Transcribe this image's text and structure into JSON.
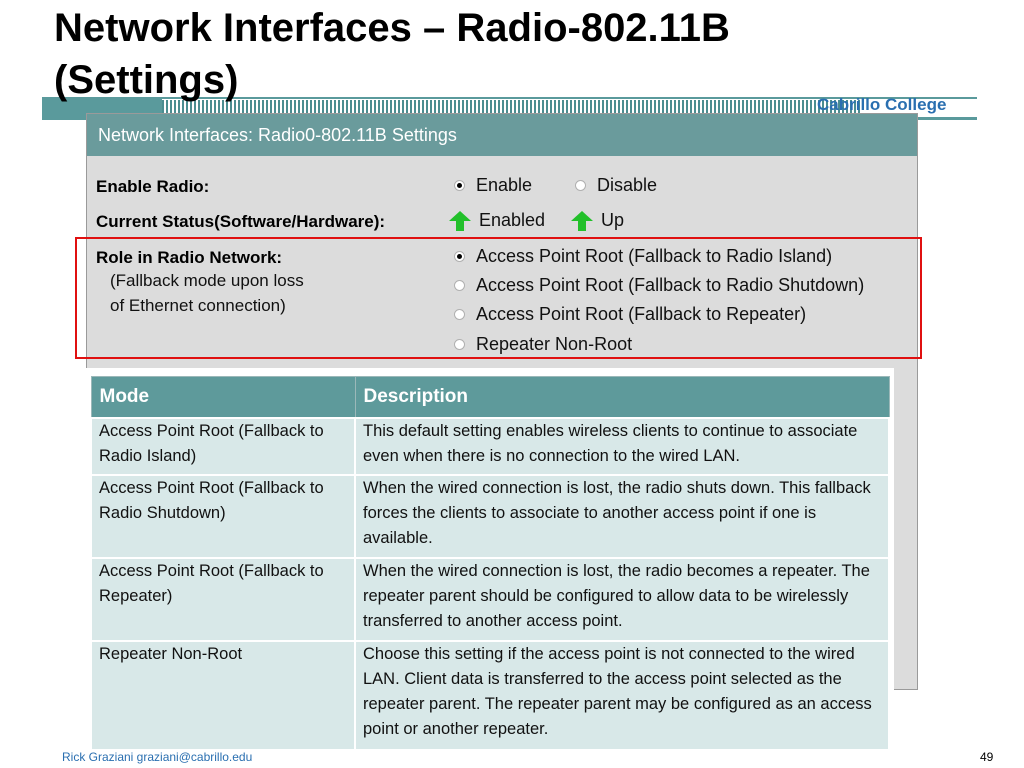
{
  "slide": {
    "title_line1": "Network Interfaces – Radio-802.11B",
    "title_line2": "(Settings)",
    "brand": "Cabrillo College",
    "footer_author": "Rick Graziani  graziani@cabrillo.edu",
    "page_number": "49",
    "accent_color": "#5a9a9c"
  },
  "panel": {
    "title": "Network Interfaces: Radio0-802.11B Settings",
    "enable_radio": {
      "label": "Enable Radio:",
      "options": [
        {
          "label": "Enable",
          "selected": true
        },
        {
          "label": "Disable",
          "selected": false
        }
      ]
    },
    "current_status": {
      "label": "Current Status(Software/Hardware):",
      "software": {
        "icon": "up-arrow-icon",
        "text": "Enabled"
      },
      "hardware": {
        "icon": "up-arrow-icon",
        "text": "Up"
      },
      "icon_color": "#22c02a"
    },
    "role": {
      "label": "Role in Radio Network:",
      "note_line1": "(Fallback mode upon loss",
      "note_line2": "of Ethernet connection)",
      "options": [
        {
          "label": "Access Point Root (Fallback to Radio Island)",
          "selected": true
        },
        {
          "label": "Access Point Root (Fallback to Radio Shutdown)",
          "selected": false
        },
        {
          "label": "Access Point Root (Fallback to Repeater)",
          "selected": false
        },
        {
          "label": "Repeater Non-Root",
          "selected": false
        }
      ]
    }
  },
  "mode_table": {
    "headers": [
      "Mode",
      "Description"
    ],
    "rows": [
      {
        "mode": "Access Point Root (Fallback to Radio Island)",
        "description": "This default setting enables wireless clients to continue to associate even when there is no connection to the wired LAN."
      },
      {
        "mode": "Access Point Root (Fallback to Radio Shutdown)",
        "description": "When the wired connection is lost, the radio shuts down. This fallback forces the clients to associate to another access point if one is available."
      },
      {
        "mode": "Access Point Root (Fallback to Repeater)",
        "description": "When the wired connection is lost, the radio becomes a repeater. The repeater parent should be configured to allow data to be wirelessly transferred to another access point."
      },
      {
        "mode": "Repeater Non-Root",
        "description": "Choose this setting if the access point is not connected to the wired LAN. Client data is transferred to the access point selected as the repeater parent. The repeater parent may be configured as an access point or another repeater."
      }
    ]
  }
}
